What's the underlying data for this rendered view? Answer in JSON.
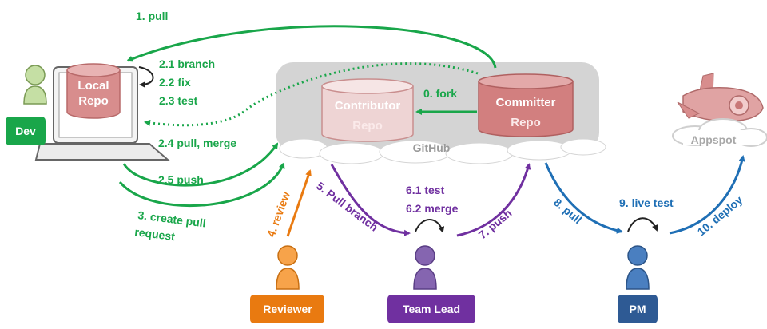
{
  "roles": {
    "dev": "Dev",
    "reviewer": "Reviewer",
    "team_lead": "Team Lead",
    "pm": "PM"
  },
  "repos": {
    "local": {
      "line1": "Local",
      "line2": "Repo"
    },
    "contributor": {
      "line1": "Contributor",
      "line2": "Repo"
    },
    "committer": {
      "line1": "Committer",
      "line2": "Repo"
    }
  },
  "platforms": {
    "github": "GitHub",
    "appspot": "Appspot"
  },
  "steps": {
    "pull": "1. pull",
    "branch": "2.1 branch",
    "fix": "2.2 fix",
    "test": "2.3 test",
    "pull_merge": "2.4 pull, merge",
    "push": "2.5 push",
    "create_pr_1": "3. create pull",
    "create_pr_2": "request",
    "review": "4. review",
    "pull_branch": "5. Pull branch",
    "lead_test": "6.1 test",
    "lead_merge": "6.2 merge",
    "lead_push": "7. push",
    "pm_pull": "8. pull",
    "live_test": "9. live test",
    "deploy": "10. deploy",
    "fork": "0. fork"
  },
  "colors": {
    "green": "#19a64a",
    "purple": "#7030a0",
    "blue": "#1f6fb5",
    "orange": "#e97a10",
    "repo": "#d88d8d",
    "cloud": "#d4d4d4"
  }
}
